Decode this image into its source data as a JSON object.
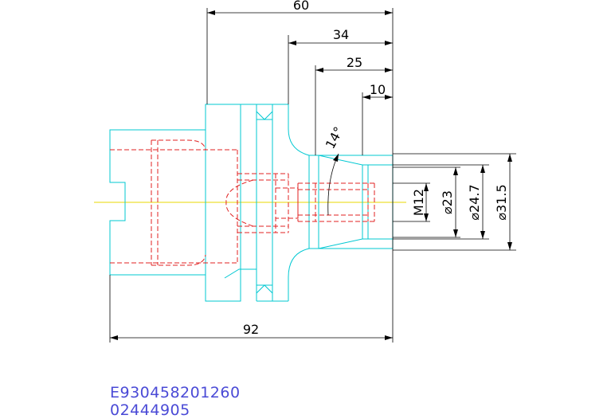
{
  "colors": {
    "outline": "#00c8d2",
    "hidden": "#e02020",
    "dimension": "#000000",
    "centerline": "#e8d800",
    "code_text": "#4a4ad6"
  },
  "dimensions": {
    "len_60": "60",
    "len_34": "34",
    "len_25": "25",
    "len_10": "10",
    "len_92": "92",
    "angle": "14°",
    "thread": "M12",
    "dia_23": "⌀23",
    "dia_24_7": "⌀24.7",
    "dia_31_5": "⌀31.5"
  },
  "part_codes": {
    "line1": "E930458201260",
    "line2": "02444905"
  }
}
